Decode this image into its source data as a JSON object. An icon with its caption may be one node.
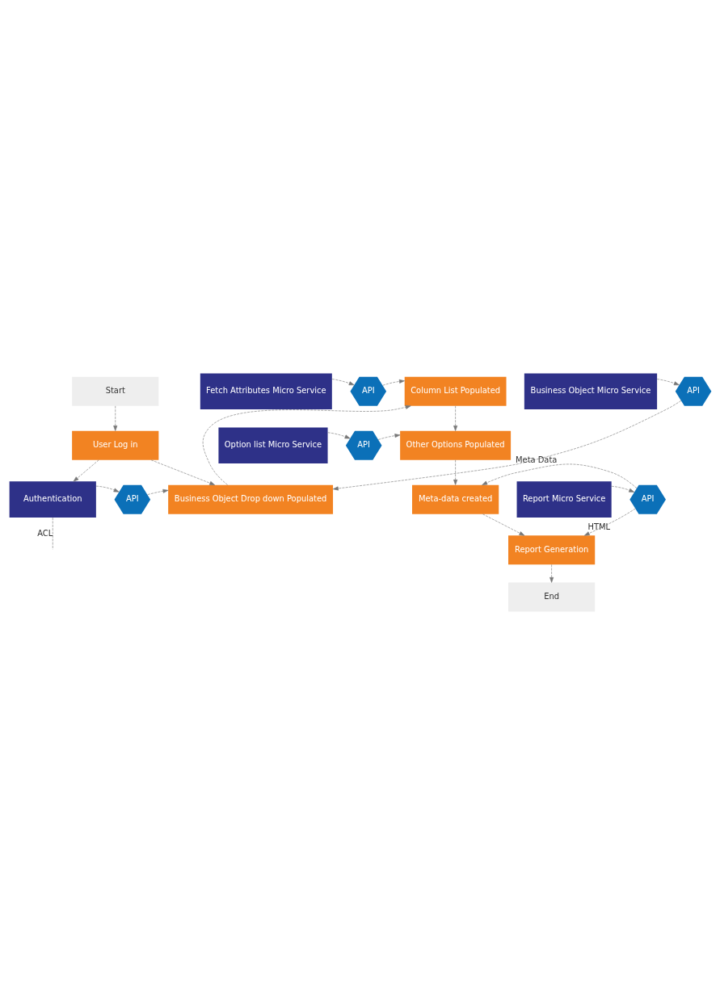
{
  "diagram": {
    "nodes": [
      {
        "text": [
          "Start"
        ]
      },
      {
        "text": [
          "User Log in"
        ]
      },
      {
        "text": [
          "Authentication"
        ]
      },
      {
        "text": [
          "API"
        ]
      },
      {
        "text": [
          "Business Object Drop down Populated"
        ]
      },
      {
        "text": [
          "Business Object Micro Service"
        ]
      },
      {
        "text": [
          "API"
        ]
      },
      {
        "text": [
          "Fetch Attributes Micro Service"
        ]
      },
      {
        "text": [
          "API"
        ]
      },
      {
        "text": [
          "Column List Populated"
        ]
      },
      {
        "text": [
          "Option list Micro Service"
        ]
      },
      {
        "text": [
          "API"
        ]
      },
      {
        "text": [
          "Other Options Populated"
        ]
      },
      {
        "text": [
          "Meta-data created"
        ]
      },
      {
        "text": [
          "Report Micro Service"
        ]
      },
      {
        "text": [
          "API"
        ]
      },
      {
        "text": [
          "Report Generation"
        ]
      },
      {
        "text": [
          "End"
        ]
      }
    ],
    "edges": [
      {
        "from": 0,
        "to": 1,
        "arrow": "to",
        "style": "dashed"
      },
      {
        "from": 1,
        "to": 2,
        "arrow": "to",
        "style": "dashed"
      },
      {
        "from": 1,
        "to": 4,
        "arrow": "to",
        "style": "dashed"
      },
      {
        "from": 2,
        "to": null,
        "arrow": "none",
        "style": "dashed",
        "label": "ACL"
      },
      {
        "from": 2,
        "to": 3,
        "arrow": "to",
        "style": "dashed"
      },
      {
        "from": 3,
        "to": 4,
        "arrow": "to",
        "style": "dashed"
      },
      {
        "from": 5,
        "to": 6,
        "arrow": "to",
        "style": "dashed"
      },
      {
        "from": 6,
        "to": 4,
        "arrow": "to",
        "style": "dashed"
      },
      {
        "from": 4,
        "to": 9,
        "arrow": "to",
        "style": "dashed"
      },
      {
        "from": 7,
        "to": 8,
        "arrow": "to",
        "style": "dashed"
      },
      {
        "from": 8,
        "to": 9,
        "arrow": "to",
        "style": "dashed"
      },
      {
        "from": 9,
        "to": 12,
        "arrow": "to",
        "style": "dashed"
      },
      {
        "from": 10,
        "to": 11,
        "arrow": "to",
        "style": "dashed"
      },
      {
        "from": 11,
        "to": 12,
        "arrow": "to",
        "style": "dashed"
      },
      {
        "from": 12,
        "to": 13,
        "arrow": "to",
        "style": "dashed"
      },
      {
        "from": 13,
        "to": 16,
        "arrow": "to",
        "style": "dashed"
      },
      {
        "from": 14,
        "to": 15,
        "arrow": "to",
        "style": "dashed"
      },
      {
        "from": 15,
        "to": 13,
        "arrow": "to",
        "style": "dashed",
        "label": "Meta Data"
      },
      {
        "from": 15,
        "to": 16,
        "arrow": "to",
        "style": "dashed",
        "label": "HTML"
      },
      {
        "from": 16,
        "to": 17,
        "arrow": "to",
        "style": "dashed"
      }
    ]
  }
}
